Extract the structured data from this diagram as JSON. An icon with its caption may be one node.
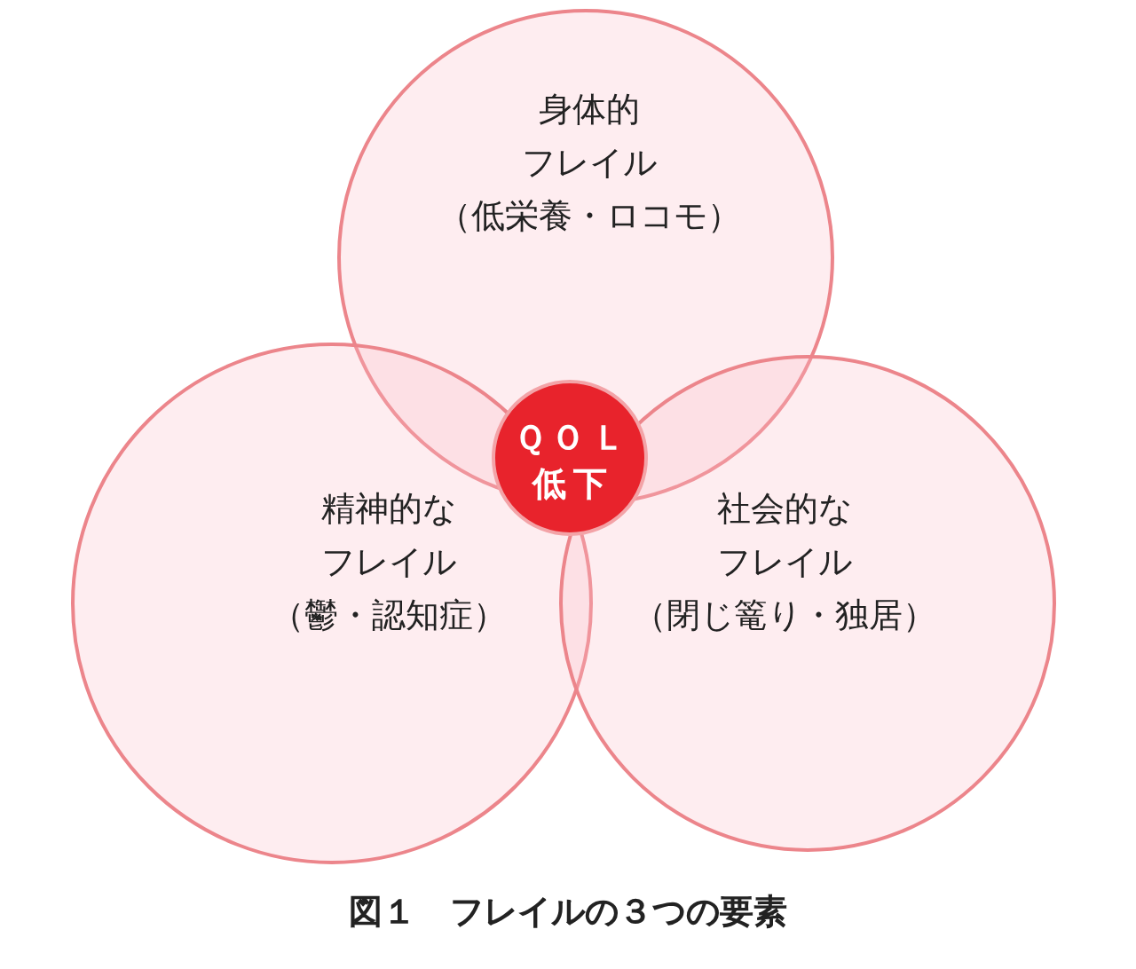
{
  "diagram": {
    "caption": "図１　フレイルの３つの要素",
    "nodes": [
      {
        "text": [
          "身体的",
          "フレイル",
          "（低栄養・ロコモ）"
        ]
      },
      {
        "text": [
          "精神的な",
          "フレイル",
          "（鬱・認知症）"
        ]
      },
      {
        "text": [
          "社会的な",
          "フレイル",
          "（閉じ篭り・独居）"
        ]
      },
      {
        "text": [
          "ＱＯＬ",
          "低下"
        ]
      }
    ]
  }
}
